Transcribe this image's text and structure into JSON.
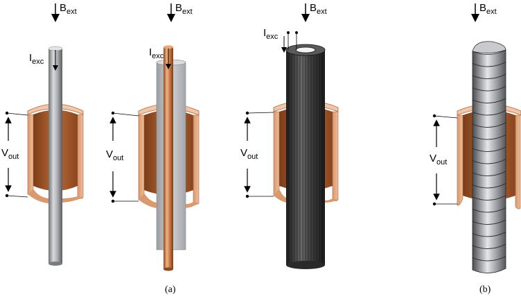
{
  "symbols": {
    "b": "B",
    "b_sub": "ext",
    "i": "I",
    "i_sub": "exc",
    "v": "V",
    "v_sub": "out"
  },
  "captions": {
    "a": "(a)",
    "b": "(b)"
  },
  "colors": {
    "copper_outer": "#e8b089",
    "copper_inner": "#b8632f",
    "rod_gray": "#9a9ca0",
    "copper_rod": "#c97a45",
    "dark_wire": "#333333"
  }
}
